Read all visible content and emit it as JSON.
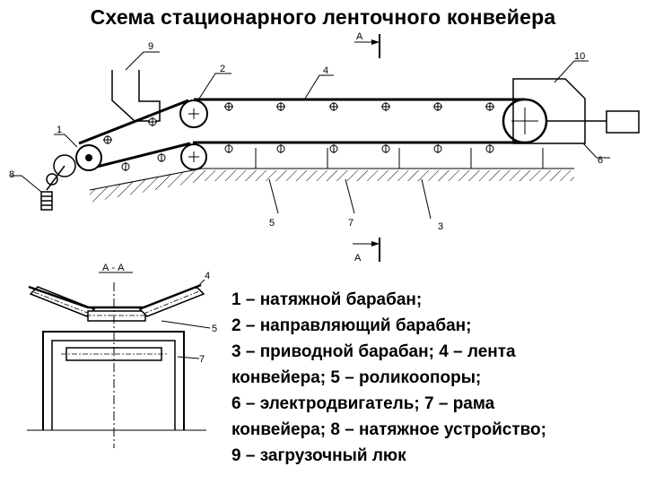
{
  "title": "Схема стационарного ленточного конвейера",
  "section_mark": "А",
  "section_title": "А - А",
  "labels": {
    "n1": "1",
    "n2": "2",
    "n3": "3",
    "n4": "4",
    "n5": "5",
    "n6": "6",
    "n7": "7",
    "n8": "8",
    "n9": "9",
    "n10": "10",
    "s4": "4",
    "s5": "5",
    "s7": "7"
  },
  "legend": [
    "1 – натяжной барабан;",
    "2 – направляющий барабан;",
    "3 – приводной барабан; 4 – лента",
    "конвейера; 5 – роликоопоры;",
    "6 – электродвигатель; 7 – рама",
    "конвейера; 8 – натяжное устройство;",
    "9 – загрузочный люк"
  ]
}
